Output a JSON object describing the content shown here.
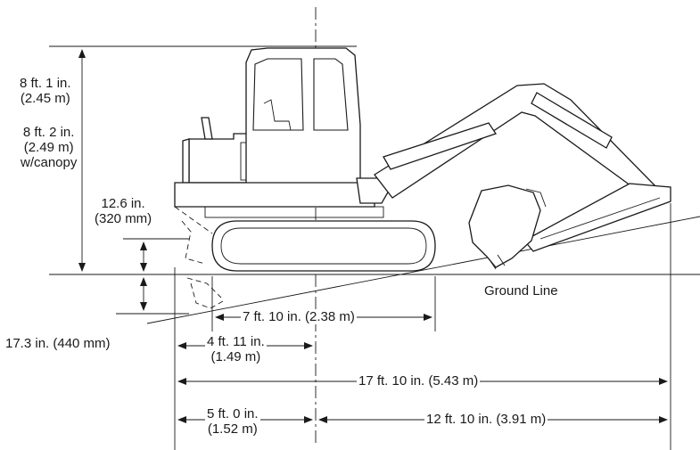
{
  "dimensions": {
    "height_cab": {
      "imperial": "8 ft. 1 in.",
      "metric": "(2.45 m)"
    },
    "height_canopy": {
      "imperial": "8 ft. 2 in.",
      "metric": "(2.49 m)",
      "note": "w/canopy"
    },
    "blade_lift": {
      "imperial": "12.6 in.",
      "metric": "(320 mm)"
    },
    "blade_drop": {
      "text": "17.3 in. (440 mm)"
    },
    "track_length": {
      "text": "7 ft. 10 in. (2.38 m)"
    },
    "front_to_center": {
      "imperial": "4 ft. 11 in.",
      "metric": "(1.49 m)"
    },
    "overall_length": {
      "text": "17 ft. 10 in. (5.43 m)"
    },
    "rear_to_center": {
      "imperial": "5 ft. 0 in.",
      "metric": "(1.52 m)"
    },
    "center_to_front": {
      "text": "12 ft. 10 in. (3.91 m)"
    },
    "ground_line": "Ground Line"
  }
}
